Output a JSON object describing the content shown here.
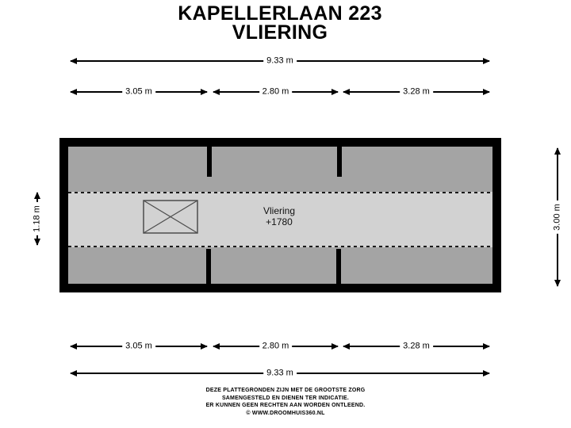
{
  "title": {
    "line1": "KAPELLERLAAN 223",
    "line2": "VLIERING"
  },
  "plan": {
    "room_label": "Vliering",
    "room_elevation": "+1780"
  },
  "dimensions": {
    "top_total": "9.33 m",
    "top_segments": [
      "3.05 m",
      "2.80 m",
      "3.28 m"
    ],
    "bottom_segments": [
      "3.05 m",
      "2.80 m",
      "3.28 m"
    ],
    "bottom_total": "9.33 m",
    "left_height": "1.18 m",
    "right_height": "3.00 m"
  },
  "footer": {
    "lines": [
      "DEZE PLATTEGRONDEN ZIJN MET DE GROOTSTE ZORG",
      "SAMENGESTELD EN DIENEN TER INDICATIE.",
      "ER KUNNEN GEEN RECHTEN AAN WORDEN ONTLEEND.",
      "© WWW.DROOMHUIS360.NL"
    ]
  },
  "colors": {
    "wall": "#000000",
    "roof_slope_area": "#a4a4a4",
    "floor_area": "#d2d2d2",
    "background": "#ffffff"
  }
}
